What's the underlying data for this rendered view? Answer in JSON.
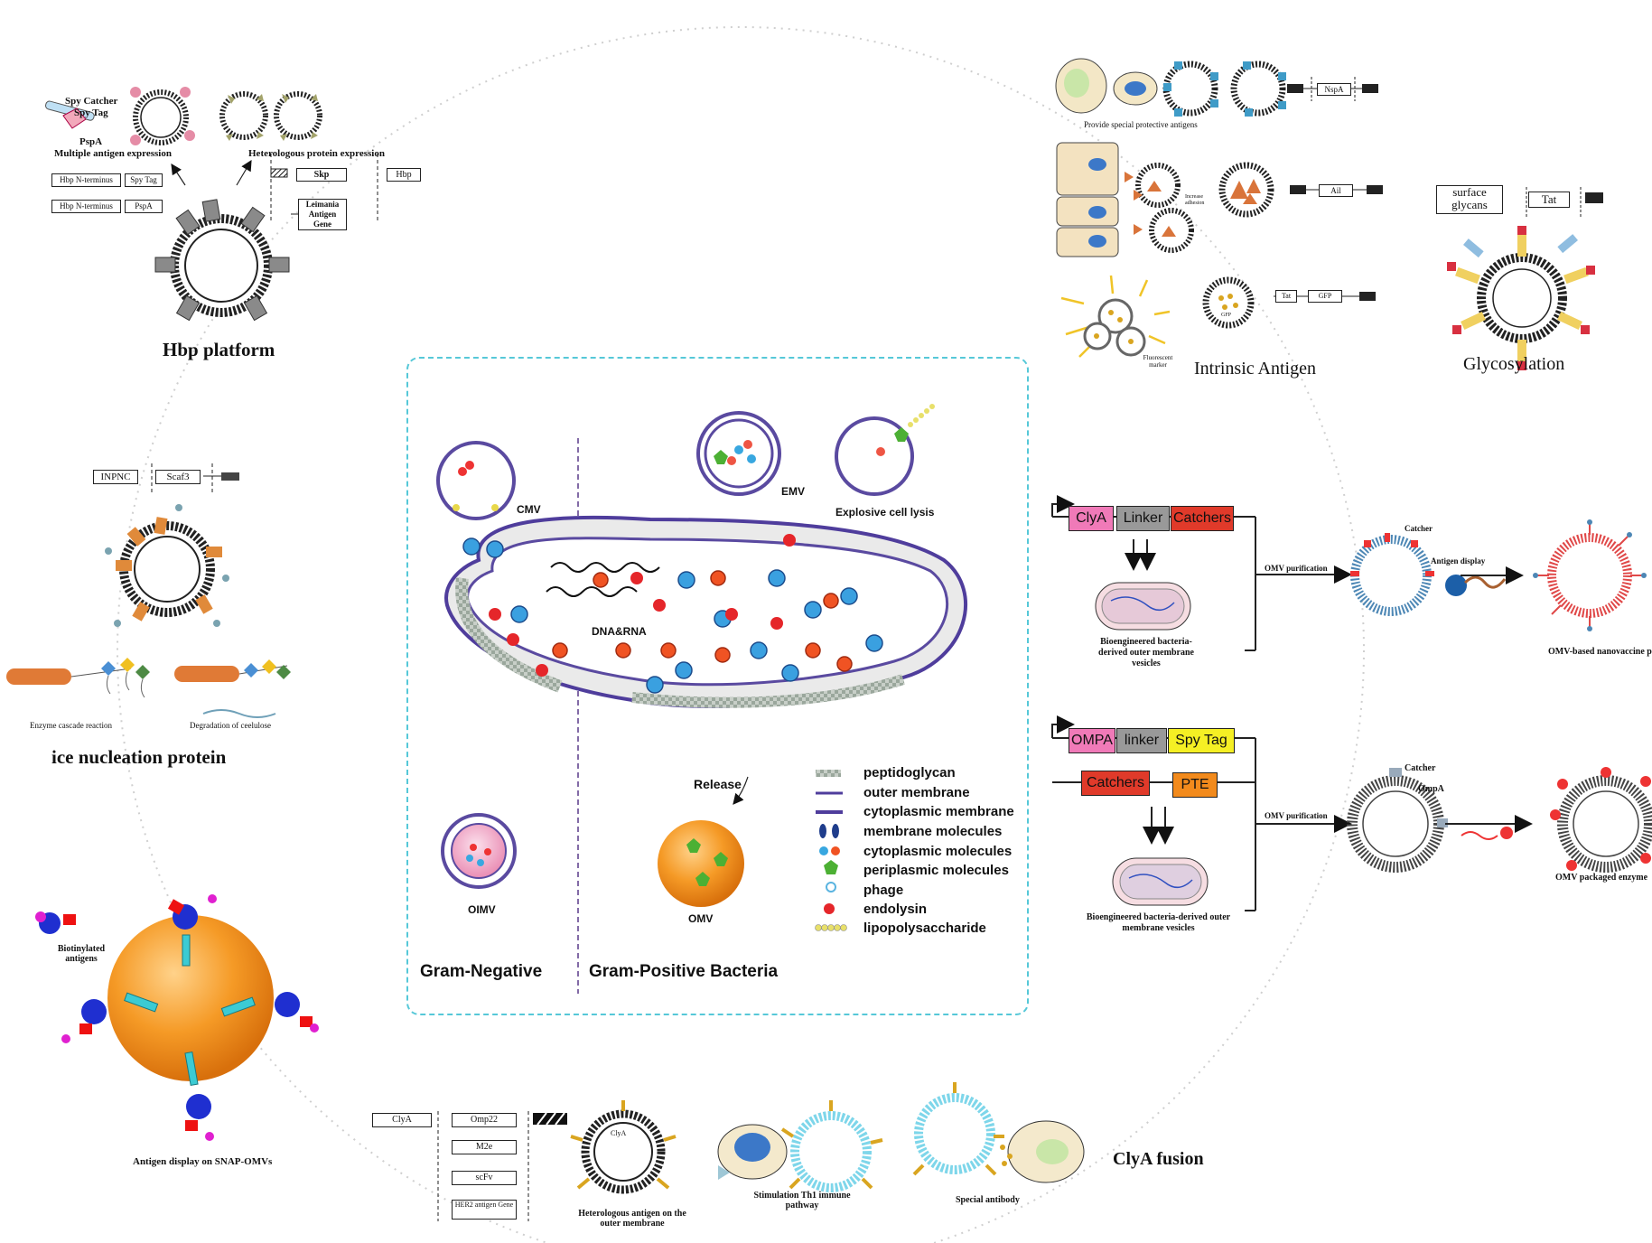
{
  "hbp": {
    "title": "Hbp platform",
    "spy_catcher": "Spy Catcher",
    "spy_tag": "Spy Tag",
    "pspa": "PspA",
    "multiple_antigen": "Multiple antigen expression",
    "heterologous": "Heterologous protein expression",
    "construct1_a": "Hbp N-terminus",
    "construct1_b": "Spy Tag",
    "construct2_a": "Hbp N-terminus",
    "construct2_b": "PspA",
    "skp": "Skp",
    "hbp_box": "Hbp",
    "leimania": "Leimania Antigen Gene"
  },
  "ice": {
    "title": "ice nucleation protein",
    "inpnc": "INPNC",
    "scaf3": "Scaf3",
    "enzyme": "Enzyme cascade reaction",
    "cellulose": "Degradation of ceelulose"
  },
  "snap": {
    "biotinylated": "Biotinylated antigens",
    "caption": "Antigen display on SNAP-OMVs"
  },
  "clya": {
    "title": "ClyA  fusion",
    "box_clya": "ClyA",
    "box_omp22": "Omp22",
    "box_m2e": "M2e",
    "box_scfv": "scFv",
    "box_her2": "HER2 antigen Gene",
    "vesicle_label": "ClyA",
    "heterologous": "Heterologous antigen on the outer membrane",
    "th1": "Stimulation Th1 immune pathway",
    "antibody": "Special antibody"
  },
  "intrinsic": {
    "title": "Intrinsic Antigen",
    "protective": "Provide special protective antigens",
    "nspa": "NspA",
    "ail": "Ail",
    "increase": "Increase adhesion",
    "tat": "Tat",
    "gfp": "GFP",
    "gfp_in": "GFP",
    "fluorescent": "Fluorescent marker"
  },
  "glyco": {
    "title": "Glycosylation",
    "surface": "surface glycans",
    "tat": "Tat"
  },
  "catcher": {
    "clya": "ClyA",
    "linker": "Linker",
    "catchers": "Catchers",
    "bio_caption": "Bioengineered bacteria-derived outer membrane vesicles",
    "purification": "OMV purification",
    "catcher_label": "Catcher",
    "antigen_display": "Antigen display",
    "platform": "OMV-based nanovaccine platform"
  },
  "ompa": {
    "ompa": "OMPA",
    "linker": "linker",
    "spytag": "Spy  Tag",
    "catchers": "Catchers",
    "pte": "PTE",
    "bio_caption": "Bioengineered bacteria-derived outer membrane vesicles",
    "purification": "OMV purification",
    "catcher_label": "Catcher",
    "ompa_label": "OmpA",
    "packaged": "OMV packaged enzyme"
  },
  "center": {
    "cmv": "CMV",
    "emv": "EMV",
    "explosive": "Explosive cell lysis",
    "dna": "DNA&RNA",
    "release": "Release",
    "oimv": "OIMV",
    "omv": "OMV",
    "gram_neg": "Gram-Negative",
    "gram_pos": "Gram-Positive Bacteria",
    "legend": [
      "peptidoglycan",
      "outer membrane",
      "cytoplasmic membrane",
      "membrane molecules",
      "cytoplasmic molecules",
      "periplasmic molecules",
      "phage",
      "endolysin",
      "lipopolysaccharide"
    ]
  }
}
